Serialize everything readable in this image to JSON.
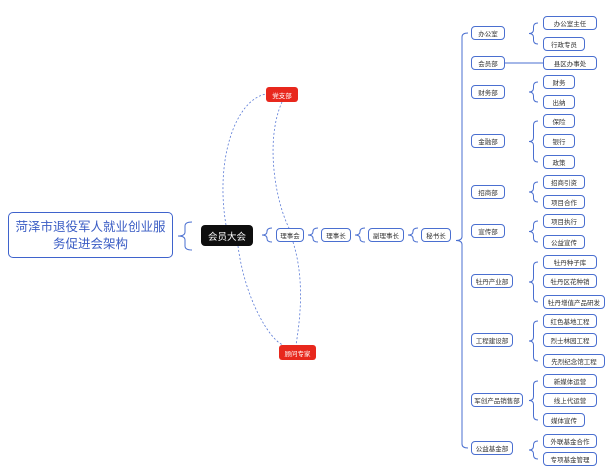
{
  "root": "菏泽市退役军人就业创业服务促进会架构",
  "assembly": "会员大会",
  "party": "党支部",
  "advisors": "顾问专家",
  "chain": [
    "理事会",
    "理事长",
    "副理事长",
    "秘书长"
  ],
  "departments": [
    {
      "name": "办公室",
      "children": [
        "办公室主任",
        "行政专员"
      ]
    },
    {
      "name": "会员部",
      "children": [
        "县区办事处"
      ]
    },
    {
      "name": "财务部",
      "children": [
        "财务",
        "出纳"
      ]
    },
    {
      "name": "金融部",
      "children": [
        "保险",
        "银行",
        "政策"
      ]
    },
    {
      "name": "招商部",
      "children": [
        "招商引资",
        "项目合作"
      ]
    },
    {
      "name": "宣传部",
      "children": [
        "项目执行",
        "公益宣传"
      ]
    },
    {
      "name": "牡丹产业部",
      "children": [
        "牡丹种子库",
        "牡丹区花种销",
        "牡丹增值产品研发"
      ]
    },
    {
      "name": "工程建设部",
      "children": [
        "红色基地工程",
        "烈士林园工程",
        "先烈纪念馆工程"
      ]
    },
    {
      "name": "军创产品销售部",
      "children": [
        "新媒体运营",
        "线上代运营",
        "媒体宣传"
      ]
    },
    {
      "name": "公益基金部",
      "children": [
        "外联基金合作",
        "专项基金管理"
      ]
    }
  ]
}
